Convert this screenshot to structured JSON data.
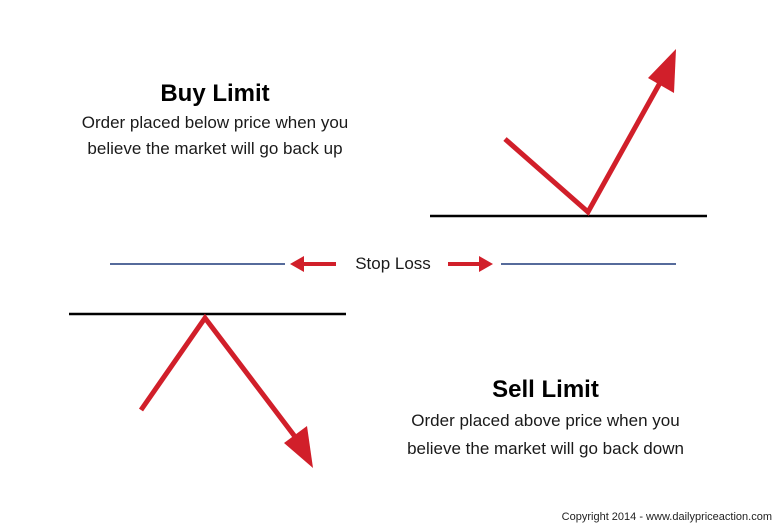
{
  "buy_limit": {
    "title": "Buy Limit",
    "description_line1": "Order placed below price when you",
    "description_line2": "believe the market will go back up"
  },
  "stop_loss": {
    "label": "Stop Loss"
  },
  "sell_limit": {
    "title": "Sell Limit",
    "description_line1": "Order placed above price when you",
    "description_line2": "believe the market will go back down"
  },
  "copyright": "Copyright 2014 - www.dailypriceaction.com",
  "colors": {
    "arrow": "#d11f2a",
    "level_line": "#000000",
    "stop_line": "#1f3a7a"
  }
}
